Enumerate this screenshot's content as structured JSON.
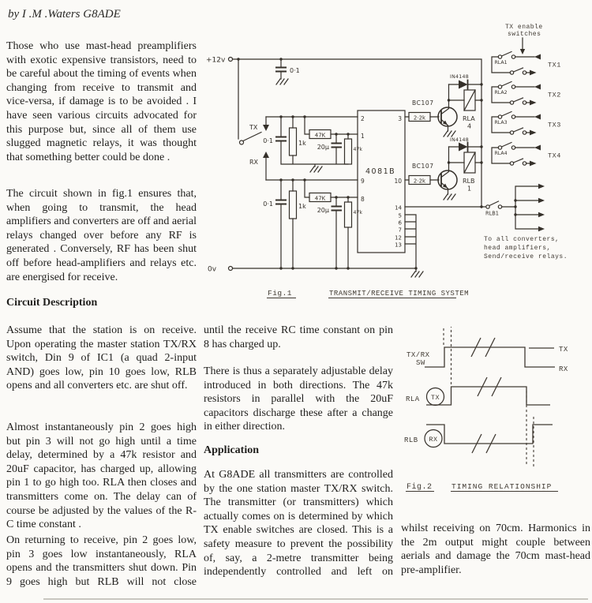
{
  "byline": "by I .M .Waters G8ADE",
  "article": {
    "p1": "Those who use mast-head preamplifiers with exotic expensive transistors, need to be careful about the timing of events when changing from receive to transmit and vice-versa, if damage is to be avoided . I have seen various circuits advocated for this purpose but, since all of them use slugged magnetic relays, it was thought that something better could be done .",
    "p2": "The circuit shown in fig.1 ensures that, when going to transmit, the head amplifiers and converters are off and aerial relays changed over before any RF is generated . Conversely, RF has been shut off before head-amplifiers and relays etc. are energised for receive.",
    "heading1": "Circuit Description",
    "p3": "Assume that the station is on receive. Upon operating the master station TX/RX switch, Din 9 of IC1 (a quad 2-input AND) goes low, pin 10 goes low, RLB opens and all converters etc. are shut off.",
    "p4": "Almost instantaneously pin 2 goes high but pin 3 will not go high until a time delay, determined by a 47k resistor and 20uF capacitor, has charged up, allowing pin 1 to go high too. RLA then closes and transmitters come on. The delay can of course be adjusted by the values of the R-C time constant .",
    "p5": "On returning to receive, pin 2 goes low, pin 3 goes low instantaneously, RLA opens and the transmitters shut down. Pin 9 goes high but RLB will not close",
    "p6": "until the receive RC time constant on pin 8 has charged up.",
    "p7": "There is thus a separately adjustable delay introduced in both directions. The 47k resistors in parallel with the 20uF capacitors discharge these after a change in either direction.",
    "heading2": "Application",
    "p8": "At G8ADE all transmitters are controlled by the one station master TX/RX switch. The transmitter (or transmitters) which actually comes on is determined by which TX enable switches are closed. This is a safety measure to prevent the possibility of, say, a 2-metre transmitter being independently controlled and left on",
    "p9": "whilst receiving on 70cm. Harmonics in the 2m output might couple between aerials and damage the 70cm mast-head pre-amplifier."
  },
  "fig1": {
    "caption_label": "Fig.1",
    "caption_title": "TRANSMIT/RECEIVE TIMING SYSTEM",
    "labels": {
      "supply": "+12v",
      "ground_rail": "0v",
      "tx": "TX",
      "rx": "RX",
      "cap01": "0·1",
      "res1k": "1k",
      "res47K": "47K",
      "cap20": "20µ",
      "res47k": "47k",
      "ic": "4081B",
      "r22k": "2·2k",
      "bc107": "BC107",
      "in4148": "IN4148",
      "rla": "RLA",
      "rla_sub": "4",
      "rlb": "RLB",
      "rlb_sub": "1",
      "rlb1": "RLB1",
      "tx_enable_line1": "TX enable",
      "tx_enable_line2": "switches",
      "sw": [
        "RLA1",
        "RLA2",
        "RLA3",
        "RLA4"
      ],
      "tx_out": [
        "TX1",
        "TX2",
        "TX3",
        "TX4"
      ],
      "to_all": [
        "To all converters,",
        "head amplifiers,",
        "Send/receive relays."
      ]
    },
    "pins": {
      "p2": "2",
      "p1": "1",
      "p9": "9",
      "p8": "8",
      "p3": "3",
      "p10": "10",
      "p14": "14",
      "p5": "5",
      "p6": "6",
      "p7": "7",
      "p12": "12",
      "p13": "13"
    }
  },
  "fig2": {
    "caption_label": "Fig.2",
    "caption_title": "TIMING RELATIONSHIP",
    "labels": {
      "sw_line1": "TX/RX",
      "sw_line2": "SW",
      "tx": "TX",
      "rx": "RX",
      "rla": "RLA",
      "rla_state": "TX",
      "rlb": "RLB",
      "rlb_state": "RX"
    }
  }
}
